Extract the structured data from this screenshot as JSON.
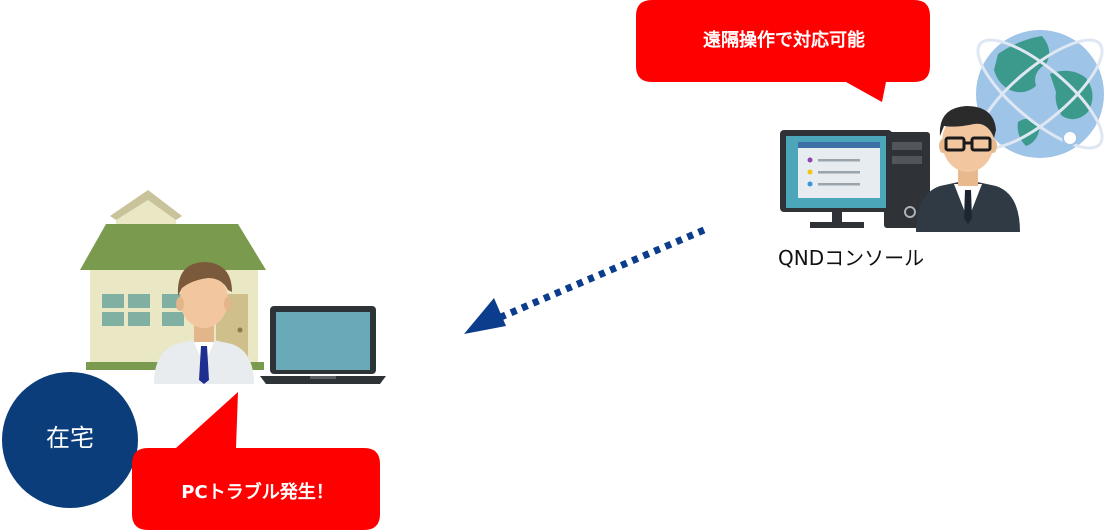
{
  "remote_bubble": {
    "text": "遠隔操作で対応可能"
  },
  "trouble_bubble": {
    "text": "PCトラブル発生！"
  },
  "console": {
    "label": "QNDコンソール"
  },
  "home": {
    "label": "在宅"
  },
  "colors": {
    "bubble_red": "#ff0000",
    "arrow_blue": "#0b3d8c",
    "home_circle": "#0a3d7a",
    "house_roof": "#7a9a4e",
    "house_wall": "#eae7c4",
    "screen_teal": "#6aaab8",
    "globe_land": "#3c9a8c",
    "globe_sea": "#9ec4e8"
  },
  "icons": [
    "house-icon",
    "worker-icon",
    "laptop-icon",
    "support-operator-icon",
    "desktop-pc-icon",
    "globe-icon",
    "dotted-arrow-icon"
  ]
}
